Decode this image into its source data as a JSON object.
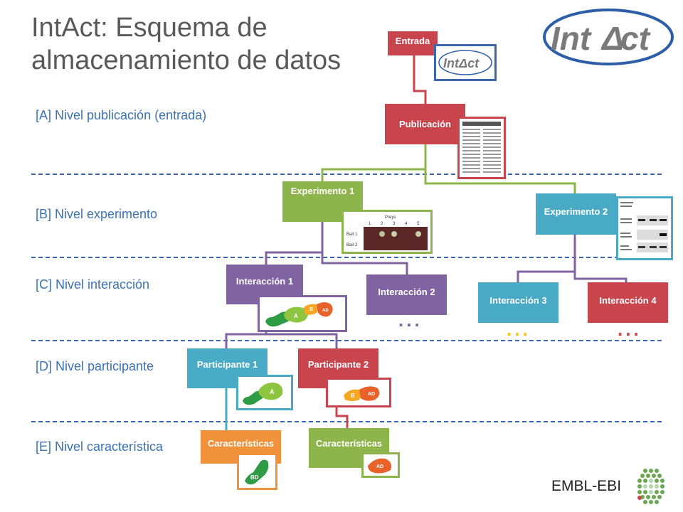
{
  "title": "IntAct: Esquema de almacenamiento de datos",
  "levels": {
    "a": "[A] Nivel publicación (entrada)",
    "b": "[B] Nivel experimento",
    "c": "[C] Nivel interacción",
    "d": "[D] Nivel participante",
    "e": "[E] Nivel característica"
  },
  "nodes": {
    "entrada": "Entrada",
    "publicacion": "Publicación",
    "experimento1": "Experimento 1",
    "experimento2": "Experimento 2",
    "interaccion1": "Interacción 1",
    "interaccion2": "Interacción 2",
    "interaccion3": "Interacción 3",
    "interaccion4": "Interacción 4",
    "participante1": "Participante 1",
    "participante2": "Participante 2",
    "caracteristicas1": "Características",
    "caracteristicas2": "Características"
  },
  "ellipsis": "...",
  "logo_text": "IntAct",
  "thumb_logo_text": "IntAct",
  "preys_label": "Preys",
  "preys_numbers": [
    "1",
    "2",
    "3",
    "4",
    "5"
  ],
  "bait_labels": [
    "Bait 1",
    "Bait 2"
  ],
  "domain_labels": {
    "a": "A",
    "b": "B",
    "ad": "AD",
    "bd": "BD"
  },
  "footer": "EMBL-EBI",
  "colors": {
    "red": "#c8454d",
    "green": "#8db54b",
    "teal": "#49aac6",
    "purple": "#8064a2",
    "orange": "#f0923c",
    "blue": "#3a67b0"
  }
}
